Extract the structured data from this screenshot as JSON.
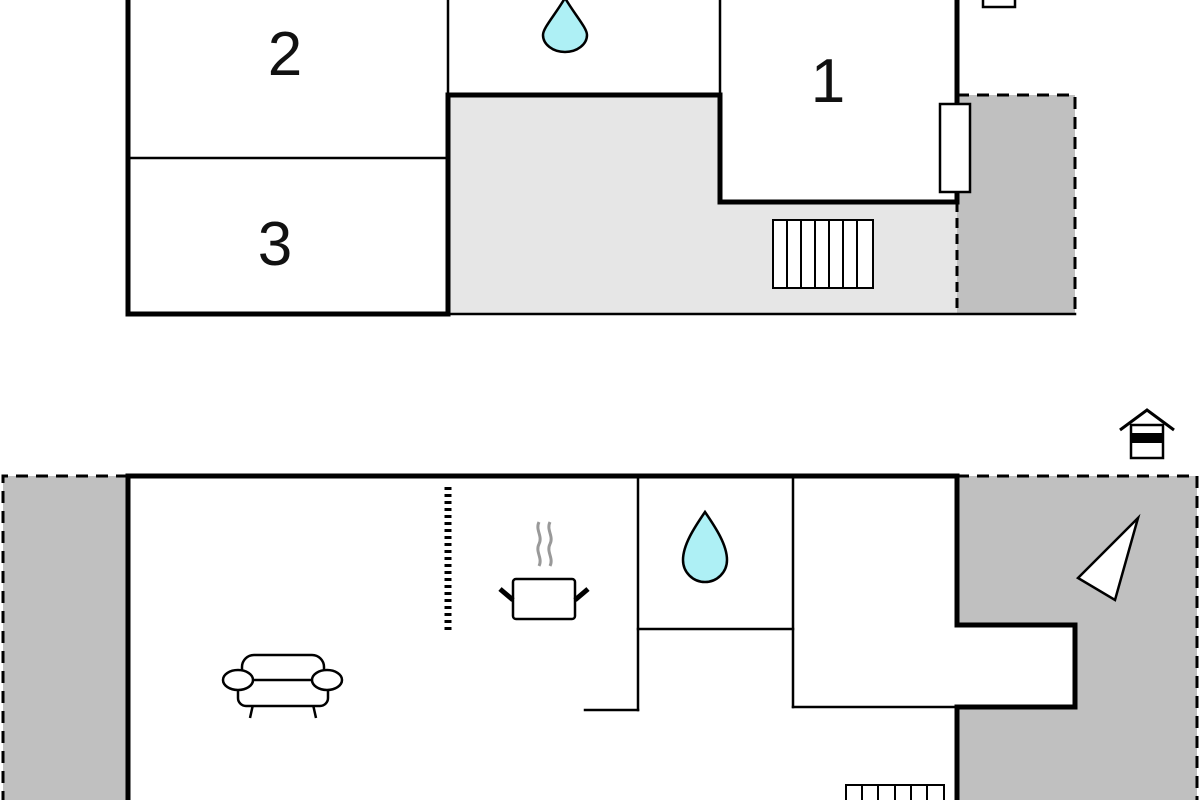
{
  "floor_plan": {
    "upper_floor": {
      "rooms": [
        {
          "label": "2",
          "type": "bedroom"
        },
        {
          "label": "1",
          "type": "bedroom"
        },
        {
          "label": "3",
          "type": "bedroom"
        }
      ],
      "icons": [
        "water-drop-icon",
        "stairs-icon",
        "window-icon"
      ]
    },
    "ground_floor": {
      "icons": [
        "cooking-pot-icon",
        "sofa-icon",
        "water-drop-icon",
        "stairs-icon",
        "entrance-house-icon",
        "terrace-triangle-icon"
      ]
    },
    "colors": {
      "wall": "#000000",
      "terrace": "#c0c0c0",
      "hall": "#e6e6e6",
      "water": "#aef0f5"
    }
  }
}
